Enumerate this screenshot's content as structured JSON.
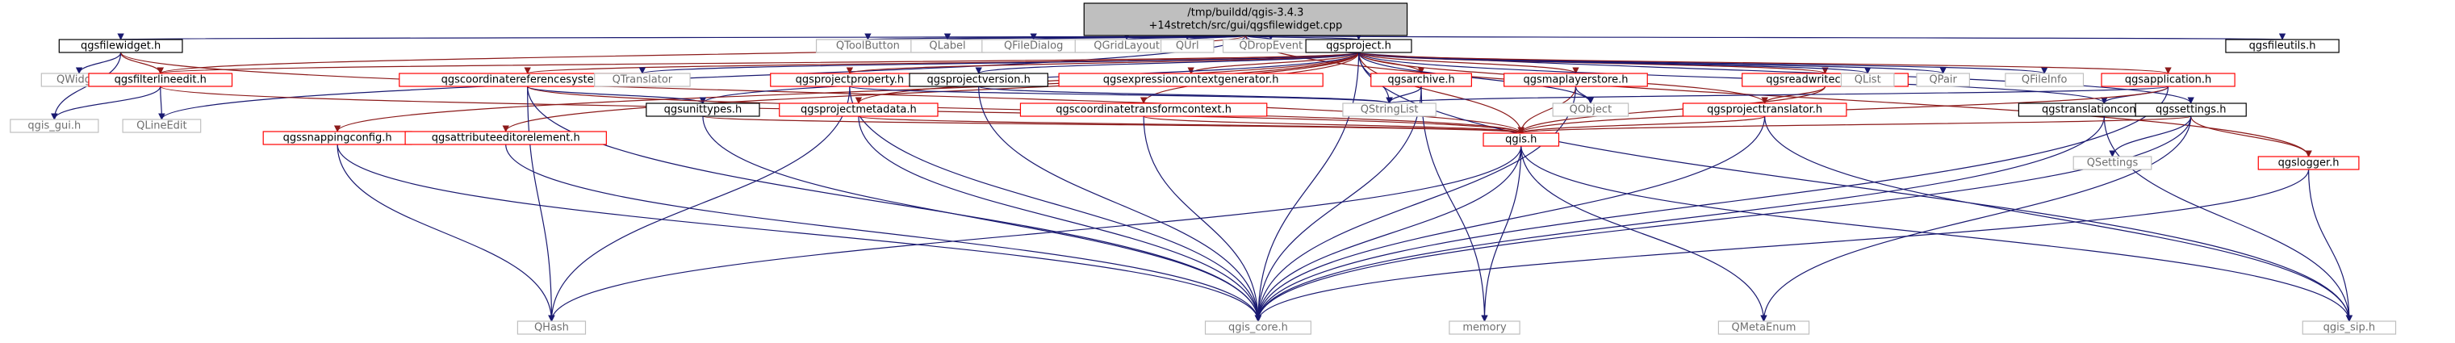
{
  "diagram": {
    "type": "include-dependency-graph",
    "colors": {
      "root_fill": "#bfbfbf",
      "node_black": "#000000",
      "node_red": "#ff0000",
      "node_gray": "#bfbfbf",
      "text": "#000000",
      "text_gray": "#6e6e6e",
      "edge": "#191970",
      "edge_red": "#8b1a1a"
    },
    "nodes": [
      {
        "id": "root",
        "lines": [
          "/tmp/buildd/qgis-3.4.3",
          "+14stretch/src/gui/qgsfilewidget.cpp"
        ],
        "style": "root"
      },
      {
        "id": "qgsfilewidget_h",
        "lines": [
          "qgsfilewidget.h"
        ],
        "style": "black"
      },
      {
        "id": "qtoolbutton",
        "lines": [
          "QToolButton"
        ],
        "style": "gray"
      },
      {
        "id": "qlabel",
        "lines": [
          "QLabel"
        ],
        "style": "gray"
      },
      {
        "id": "qfiledialog",
        "lines": [
          "QFileDialog"
        ],
        "style": "gray"
      },
      {
        "id": "qgridlayout",
        "lines": [
          "QGridLayout"
        ],
        "style": "gray"
      },
      {
        "id": "qurl",
        "lines": [
          "QUrl"
        ],
        "style": "gray"
      },
      {
        "id": "qdropevent",
        "lines": [
          "QDropEvent"
        ],
        "style": "gray"
      },
      {
        "id": "qgsproject_h",
        "lines": [
          "qgsproject.h"
        ],
        "style": "black"
      },
      {
        "id": "qgsfileutils_h",
        "lines": [
          "qgsfileutils.h"
        ],
        "style": "black"
      },
      {
        "id": "qwidget",
        "lines": [
          "QWidget"
        ],
        "style": "gray"
      },
      {
        "id": "qgsfilterlineedit_h",
        "lines": [
          "qgsfilterlineedit.h"
        ],
        "style": "red"
      },
      {
        "id": "qgis_gui_h",
        "lines": [
          "qgis_gui.h"
        ],
        "style": "gray"
      },
      {
        "id": "qlineedit",
        "lines": [
          "QLineEdit"
        ],
        "style": "gray"
      },
      {
        "id": "qgscoordinatereferencesystem_h",
        "lines": [
          "qgscoordinatereferencesystem.h"
        ],
        "style": "red"
      },
      {
        "id": "qtranslator",
        "lines": [
          "QTranslator"
        ],
        "style": "gray"
      },
      {
        "id": "qgsprojectproperty_h",
        "lines": [
          "qgsprojectproperty.h"
        ],
        "style": "red"
      },
      {
        "id": "qgsprojectversion_h",
        "lines": [
          "qgsprojectversion.h"
        ],
        "style": "black"
      },
      {
        "id": "qgsexpressioncontextgenerator_h",
        "lines": [
          "qgsexpressioncontextgenerator.h"
        ],
        "style": "red"
      },
      {
        "id": "qgsarchive_h",
        "lines": [
          "qgsarchive.h"
        ],
        "style": "red"
      },
      {
        "id": "qgsmaplayerstore_h",
        "lines": [
          "qgsmaplayerstore.h"
        ],
        "style": "red"
      },
      {
        "id": "qgsreadwritecontext_h",
        "lines": [
          "qgsreadwritecontext.h"
        ],
        "style": "red"
      },
      {
        "id": "qlist",
        "lines": [
          "QList"
        ],
        "style": "gray"
      },
      {
        "id": "qpair",
        "lines": [
          "QPair"
        ],
        "style": "gray"
      },
      {
        "id": "qfileinfo",
        "lines": [
          "QFileInfo"
        ],
        "style": "gray"
      },
      {
        "id": "qgsapplication_h",
        "lines": [
          "qgsapplication.h"
        ],
        "style": "red"
      },
      {
        "id": "qgsunittypes_h",
        "lines": [
          "qgsunittypes.h"
        ],
        "style": "black"
      },
      {
        "id": "qgsprojectmetadata_h",
        "lines": [
          "qgsprojectmetadata.h"
        ],
        "style": "red"
      },
      {
        "id": "qgscoordinatetransformcontext_h",
        "lines": [
          "qgscoordinatetransformcontext.h"
        ],
        "style": "red"
      },
      {
        "id": "qstringlist",
        "lines": [
          "QStringList"
        ],
        "style": "gray"
      },
      {
        "id": "qobject",
        "lines": [
          "QObject"
        ],
        "style": "gray"
      },
      {
        "id": "qgsprojecttranslator_h",
        "lines": [
          "qgsprojecttranslator.h"
        ],
        "style": "red"
      },
      {
        "id": "qgstranslationcontext_h",
        "lines": [
          "qgstranslationcontext.h"
        ],
        "style": "black"
      },
      {
        "id": "qgssettings_h",
        "lines": [
          "qgssettings.h"
        ],
        "style": "black"
      },
      {
        "id": "qgssnappingconfig_h",
        "lines": [
          "qgssnappingconfig.h"
        ],
        "style": "red"
      },
      {
        "id": "qgsattributeeditorelement_h",
        "lines": [
          "qgsattributeeditorelement.h"
        ],
        "style": "red"
      },
      {
        "id": "qgis_h",
        "lines": [
          "qgis.h"
        ],
        "style": "red"
      },
      {
        "id": "qsettings",
        "lines": [
          "QSettings"
        ],
        "style": "gray"
      },
      {
        "id": "qgslogger_h",
        "lines": [
          "qgslogger.h"
        ],
        "style": "red"
      },
      {
        "id": "qhash",
        "lines": [
          "QHash"
        ],
        "style": "gray"
      },
      {
        "id": "qgis_core_h",
        "lines": [
          "qgis_core.h"
        ],
        "style": "gray"
      },
      {
        "id": "memory",
        "lines": [
          "memory"
        ],
        "style": "gray"
      },
      {
        "id": "qmetaenum",
        "lines": [
          "QMetaEnum"
        ],
        "style": "gray"
      },
      {
        "id": "qgis_sip_h",
        "lines": [
          "qgis_sip.h"
        ],
        "style": "gray"
      }
    ],
    "edges": [
      [
        "root",
        "qgsfilewidget_h"
      ],
      [
        "root",
        "qtoolbutton"
      ],
      [
        "root",
        "qlabel"
      ],
      [
        "root",
        "qfiledialog"
      ],
      [
        "root",
        "qgridlayout"
      ],
      [
        "root",
        "qurl"
      ],
      [
        "root",
        "qdropevent"
      ],
      [
        "root",
        "qgsproject_h"
      ],
      [
        "root",
        "qgsfileutils_h"
      ],
      [
        "root",
        "qgsfilterlineedit_h"
      ],
      [
        "root",
        "qlineedit"
      ],
      [
        "root",
        "qgssettings_h"
      ],
      [
        "root",
        "qgslogger_h"
      ],
      [
        "qgsfilewidget_h",
        "qwidget"
      ],
      [
        "qgsfilewidget_h",
        "qgsfilterlineedit_h"
      ],
      [
        "qgsfilewidget_h",
        "qgis_gui_h"
      ],
      [
        "qgsfilewidget_h",
        "qgis_h"
      ],
      [
        "qgsfilterlineedit_h",
        "qgis_gui_h"
      ],
      [
        "qgsfilterlineedit_h",
        "qlineedit"
      ],
      [
        "qgsfilterlineedit_h",
        "qgis_h"
      ],
      [
        "qgsproject_h",
        "qgsfilterlineedit_h"
      ],
      [
        "qgsproject_h",
        "qgscoordinatereferencesystem_h"
      ],
      [
        "qgsproject_h",
        "qtranslator"
      ],
      [
        "qgsproject_h",
        "qgsprojectproperty_h"
      ],
      [
        "qgsproject_h",
        "qgsprojectversion_h"
      ],
      [
        "qgsproject_h",
        "qgsexpressioncontextgenerator_h"
      ],
      [
        "qgsproject_h",
        "qgsarchive_h"
      ],
      [
        "qgsproject_h",
        "qgsmaplayerstore_h"
      ],
      [
        "qgsproject_h",
        "qgsreadwritecontext_h"
      ],
      [
        "qgsproject_h",
        "qlist"
      ],
      [
        "qgsproject_h",
        "qpair"
      ],
      [
        "qgsproject_h",
        "qfileinfo"
      ],
      [
        "qgsproject_h",
        "qgsapplication_h"
      ],
      [
        "qgsproject_h",
        "qgsunittypes_h"
      ],
      [
        "qgsproject_h",
        "qgsprojectmetadata_h"
      ],
      [
        "qgsproject_h",
        "qgscoordinatetransformcontext_h"
      ],
      [
        "qgsproject_h",
        "qstringlist"
      ],
      [
        "qgsproject_h",
        "qobject"
      ],
      [
        "qgsproject_h",
        "qgsprojecttranslator_h"
      ],
      [
        "qgsproject_h",
        "qgstranslationcontext_h"
      ],
      [
        "qgsproject_h",
        "qgssnappingconfig_h"
      ],
      [
        "qgsproject_h",
        "qgsattributeeditorelement_h"
      ],
      [
        "qgsproject_h",
        "qgis_h"
      ],
      [
        "qgsproject_h",
        "qgis_core_h"
      ],
      [
        "qgsproject_h",
        "qgis_sip_h"
      ],
      [
        "qgscoordinatereferencesystem_h",
        "qgsunittypes_h"
      ],
      [
        "qgscoordinatereferencesystem_h",
        "qhash"
      ],
      [
        "qgscoordinatereferencesystem_h",
        "qgis_core_h"
      ],
      [
        "qgscoordinatereferencesystem_h",
        "qgis_h"
      ],
      [
        "qgsprojectproperty_h",
        "qstringlist"
      ],
      [
        "qgsprojectproperty_h",
        "qhash"
      ],
      [
        "qgsprojectproperty_h",
        "qgis_core_h"
      ],
      [
        "qgsprojectversion_h",
        "qstringlist"
      ],
      [
        "qgsprojectversion_h",
        "qgis_core_h"
      ],
      [
        "qgsarchive_h",
        "qstringlist"
      ],
      [
        "qgsarchive_h",
        "memory"
      ],
      [
        "qgsarchive_h",
        "qgis_core_h"
      ],
      [
        "qgsmaplayerstore_h",
        "qobject"
      ],
      [
        "qgsmaplayerstore_h",
        "qgis_h"
      ],
      [
        "qgsmaplayerstore_h",
        "qgis_core_h"
      ],
      [
        "qgsreadwritecontext_h",
        "qgsprojecttranslator_h"
      ],
      [
        "qgsreadwritecontext_h",
        "qgis_h"
      ],
      [
        "qgsapplication_h",
        "qstringlist"
      ],
      [
        "qgsapplication_h",
        "qgstranslationcontext_h"
      ],
      [
        "qgsapplication_h",
        "qgis_h"
      ],
      [
        "qgsapplication_h",
        "qgis_core_h"
      ],
      [
        "qgsunittypes_h",
        "qgis_h"
      ],
      [
        "qgsunittypes_h",
        "qgis_core_h"
      ],
      [
        "qgsprojectmetadata_h",
        "qgis_h"
      ],
      [
        "qgsprojectmetadata_h",
        "qgis_core_h"
      ],
      [
        "qgscoordinatetransformcontext_h",
        "qgis_h"
      ],
      [
        "qgscoordinatetransformcontext_h",
        "qgis_core_h"
      ],
      [
        "qgsprojecttranslator_h",
        "qgis_h"
      ],
      [
        "qgsprojecttranslator_h",
        "qgis_core_h"
      ],
      [
        "qgsprojecttranslator_h",
        "qgis_sip_h"
      ],
      [
        "qgstranslationcontext_h",
        "qgis_sip_h"
      ],
      [
        "qgstranslationcontext_h",
        "qgis_core_h"
      ],
      [
        "qgssettings_h",
        "qgis_h"
      ],
      [
        "qgssettings_h",
        "qsettings"
      ],
      [
        "qgssettings_h",
        "qgslogger_h"
      ],
      [
        "qgssettings_h",
        "qgis_core_h"
      ],
      [
        "qgssettings_h",
        "qmetaenum"
      ],
      [
        "qgslogger_h",
        "qgis_core_h"
      ],
      [
        "qgslogger_h",
        "qgis_sip_h"
      ],
      [
        "qgssnappingconfig_h",
        "qhash"
      ],
      [
        "qgssnappingconfig_h",
        "qgis_core_h"
      ],
      [
        "qgsattributeeditorelement_h",
        "qgis_core_h"
      ],
      [
        "qgis_h",
        "qhash"
      ],
      [
        "qgis_h",
        "qgis_core_h"
      ],
      [
        "qgis_h",
        "memory"
      ],
      [
        "qgis_h",
        "qmetaenum"
      ],
      [
        "qgis_h",
        "qgis_sip_h"
      ]
    ]
  }
}
